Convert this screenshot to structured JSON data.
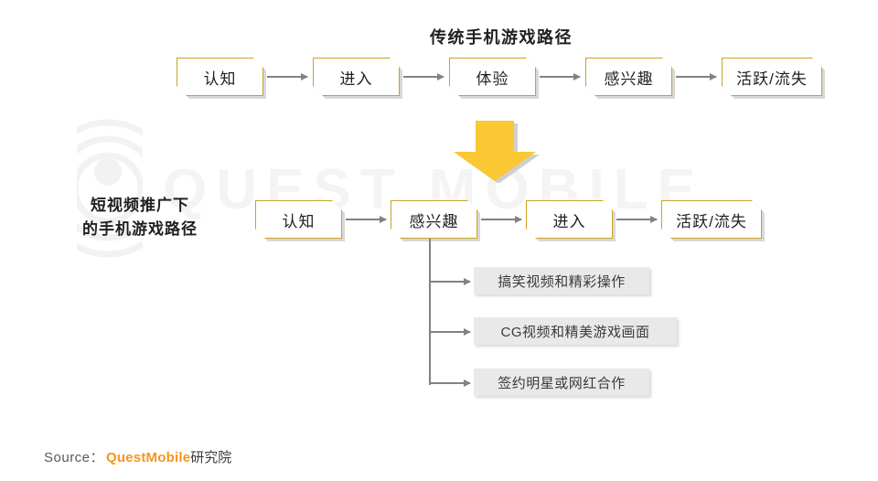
{
  "title": "传统手机游戏路径",
  "side_label": {
    "line1": "短视频推广下",
    "line2": "的手机游戏路径"
  },
  "colors": {
    "box_border": "#c9a227",
    "arrow_gray": "#808285",
    "big_arrow": "#f9c833",
    "grey_box": "#e9e9e9",
    "brand_orange": "#f7941e",
    "text": "#231f20"
  },
  "traditional_path": {
    "steps": [
      {
        "label": "认知"
      },
      {
        "label": "进入"
      },
      {
        "label": "体验"
      },
      {
        "label": "感兴趣"
      },
      {
        "label": "活跃/流失"
      }
    ]
  },
  "shortvideo_path": {
    "steps": [
      {
        "label": "认知"
      },
      {
        "label": "感兴趣"
      },
      {
        "label": "进入"
      },
      {
        "label": "活跃/流失"
      }
    ]
  },
  "interest_details": [
    {
      "label": "搞笑视频和精彩操作"
    },
    {
      "label": "CG视频和精美游戏画面"
    },
    {
      "label": "签约明星或网红合作"
    }
  ],
  "watermark": {
    "text": "QUEST MOBILE"
  },
  "footer": {
    "source_label": "Source：",
    "brand": "QuestMobile",
    "brand_suffix": "研究院"
  }
}
